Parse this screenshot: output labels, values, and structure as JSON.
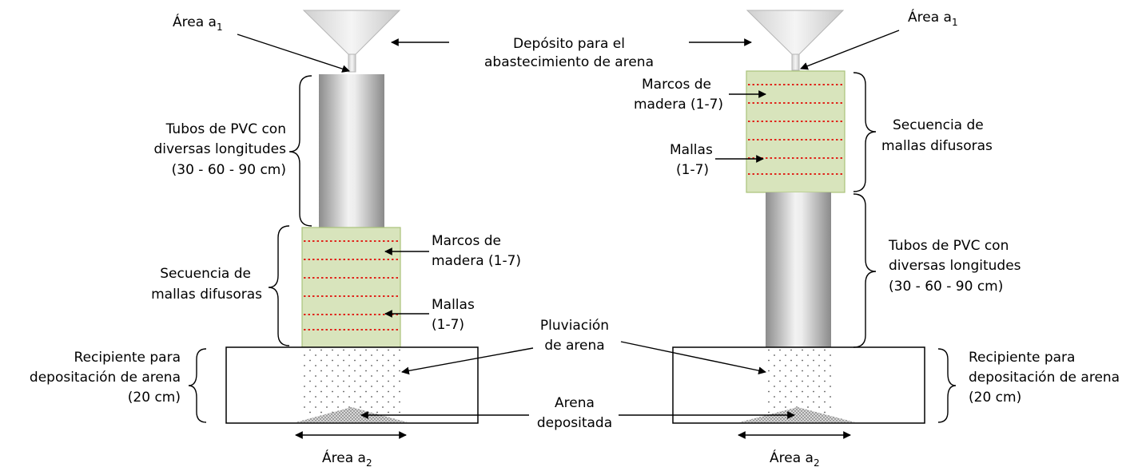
{
  "labels": {
    "area_a1_left": "Área a",
    "area_a1_right": "Área a",
    "sub_1": "1",
    "deposito_1": "Depósito para el",
    "deposito_2": "abastecimiento de arena",
    "tubos_1": "Tubos de PVC con",
    "tubos_2": "diversas longitudes",
    "tubos_3": "(30 - 60 - 90 cm)",
    "secuencia_1": "Secuencia de",
    "secuencia_2": "mallas difusoras",
    "marcos_1": "Marcos de",
    "marcos_2": "madera (1-7)",
    "mallas_1": "Mallas",
    "mallas_2": "(1-7)",
    "pluviacion_1": "Pluviación",
    "pluviacion_2": "de arena",
    "recipiente_1": "Recipiente para",
    "recipiente_2": "depositación de arena",
    "recipiente_3": "(20 cm)",
    "arena_1": "Arena",
    "arena_2": "depositada",
    "area_a2": "Área a",
    "sub_2": "2"
  },
  "colors": {
    "mesh_fill": "#d8e4bc",
    "mesh_border": "#a9c27a",
    "mesh_line": "#e0251b",
    "tube_dark": "#8c8c8c",
    "tube_light": "#f4f4f4",
    "funnel_fill": "#e3e3e3",
    "sand_dot": "#555555"
  }
}
